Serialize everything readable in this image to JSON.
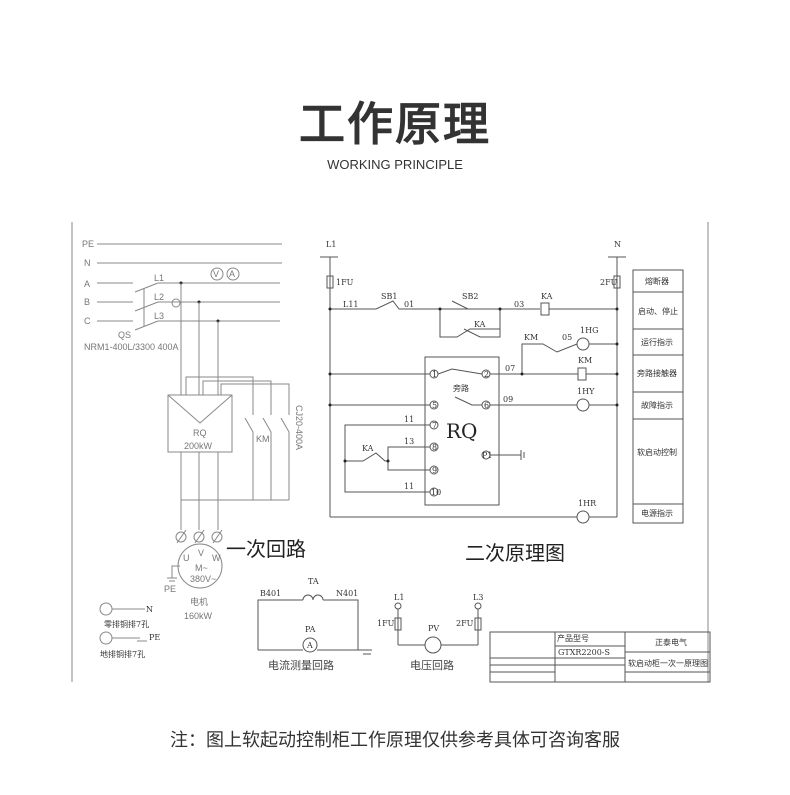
{
  "header": {
    "title": "工作原理",
    "subtitle": "WORKING PRINCIPLE"
  },
  "primary": {
    "buses": [
      "PE",
      "N",
      "A",
      "B",
      "C"
    ],
    "phases": [
      "L1",
      "L2",
      "L3"
    ],
    "meters": [
      "V",
      "A"
    ],
    "breaker": "QS",
    "breaker_model": "NRM1-400L/3300 400A",
    "softstarter": "RQ",
    "softstarter_power": "200kW",
    "contactor": "KM",
    "contactor_model": "CJ20-400A",
    "motor_terminals": [
      "U",
      "V",
      "W"
    ],
    "motor_rating": "M~",
    "motor_voltage": "380V~",
    "pe": "PE",
    "motor_label": "电机",
    "motor_power": "160kW",
    "section_label": "一次回路"
  },
  "legend": {
    "n_label": "N",
    "n_desc": "零排铜排7孔",
    "pe_label": "PE",
    "pe_desc": "地排铜排7孔"
  },
  "current_loop": {
    "left": "B401",
    "ta": "TA",
    "right": "N401",
    "meter": "PA",
    "meter_symbol": "A",
    "label": "电流测量回路"
  },
  "voltage_loop": {
    "l1": "L1",
    "l3": "L3",
    "fuse1": "1FU",
    "fuse2": "2FU",
    "meter": "PV",
    "label": "电压回路"
  },
  "secondary": {
    "l1": "L1",
    "n": "N",
    "fuse1": "1FU",
    "fuse2": "2FU",
    "l11": "L11",
    "sb1": "SB1",
    "w01": "01",
    "sb2": "SB2",
    "w03": "03",
    "ka": "KA",
    "ka2": "KA",
    "km": "KM",
    "w05": "05",
    "hg": "1HG",
    "w07": "07",
    "km_coil": "KM",
    "w09": "09",
    "hy": "1HY",
    "bypass": "旁路",
    "rq": "RQ",
    "terminals": [
      "1",
      "2",
      "5",
      "6",
      "7",
      "8",
      "9",
      "10",
      "P1"
    ],
    "w11a": "11",
    "w13": "13",
    "w11b": "11",
    "ka3": "KA",
    "hr": "1HR",
    "section_label": "二次原理图",
    "functions": [
      "熔断器",
      "启动、停止",
      "运行指示",
      "旁路接触器",
      "故障指示",
      "软启动控制",
      "电源指示"
    ]
  },
  "title_block": {
    "product_label": "产品型号",
    "product": "GTXR2200-S",
    "company": "正泰电气",
    "drawing": "软启动柜一次一原理图"
  },
  "footer": {
    "note": "注：图上软起动控制柜工作原理仅供参考具体可咨询客服"
  }
}
